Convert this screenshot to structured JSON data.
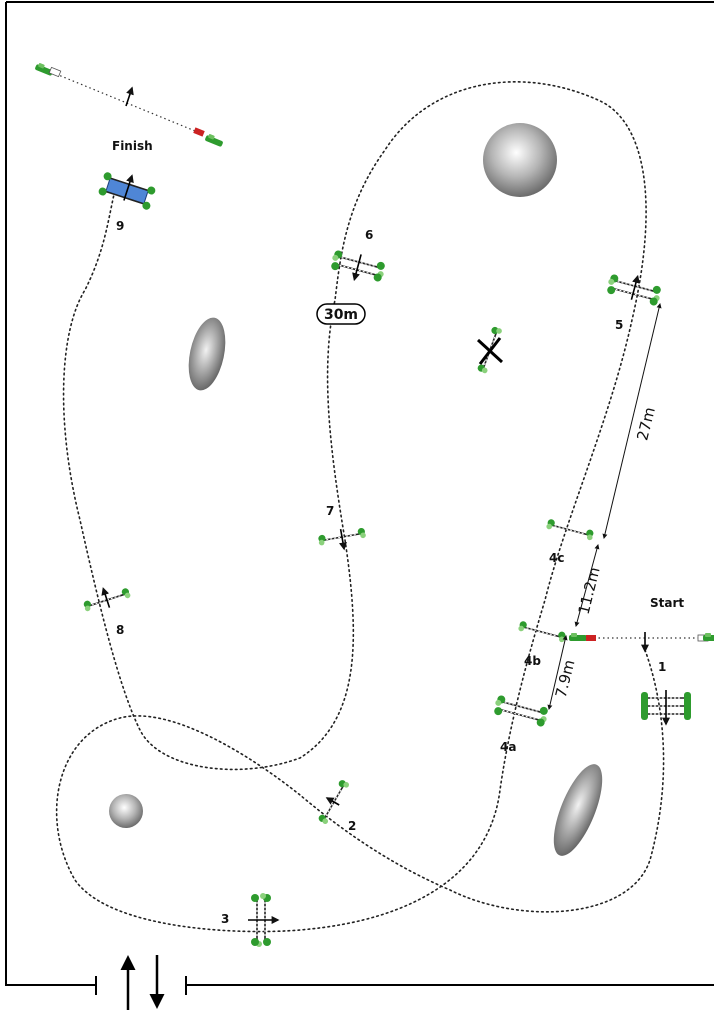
{
  "course": {
    "finish_label": "Finish",
    "start_label": "Start",
    "distance_badge": "30m",
    "dimensions": {
      "d1": "27m",
      "d2": "11.2m",
      "d3": "7.9m"
    },
    "obstacles": [
      "1",
      "2",
      "3",
      "4a",
      "4b",
      "4c",
      "5",
      "6",
      "7",
      "8",
      "9"
    ],
    "colors": {
      "foliage": "#2e9b2e",
      "water_jump": "#4f86d6",
      "start_flag": "#cc2222",
      "finish_flag": "#cc2222"
    }
  }
}
